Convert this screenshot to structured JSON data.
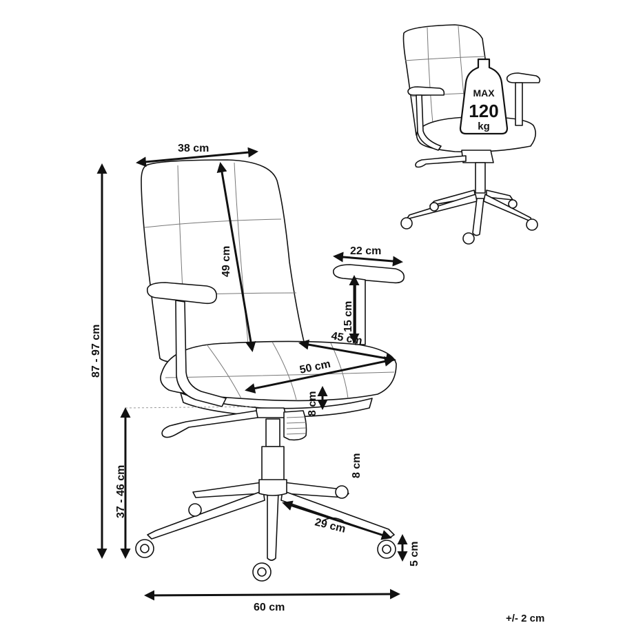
{
  "dimensions": {
    "backrest_width": "38 cm",
    "backrest_height": "49 cm",
    "total_height": "87 - 97 cm",
    "armrest_width": "22 cm",
    "armrest_height": "15 cm",
    "seat_depth": "45 cm",
    "seat_width": "50 cm",
    "seat_thickness": "8 cm",
    "seat_height": "37 - 46 cm",
    "adjustment": "8 cm",
    "base_radius": "29 cm",
    "caster_height": "5 cm",
    "base_width": "60 cm"
  },
  "tolerance": "+/- 2 cm",
  "max_load": {
    "label": "MAX",
    "value": "120",
    "unit": "kg"
  }
}
